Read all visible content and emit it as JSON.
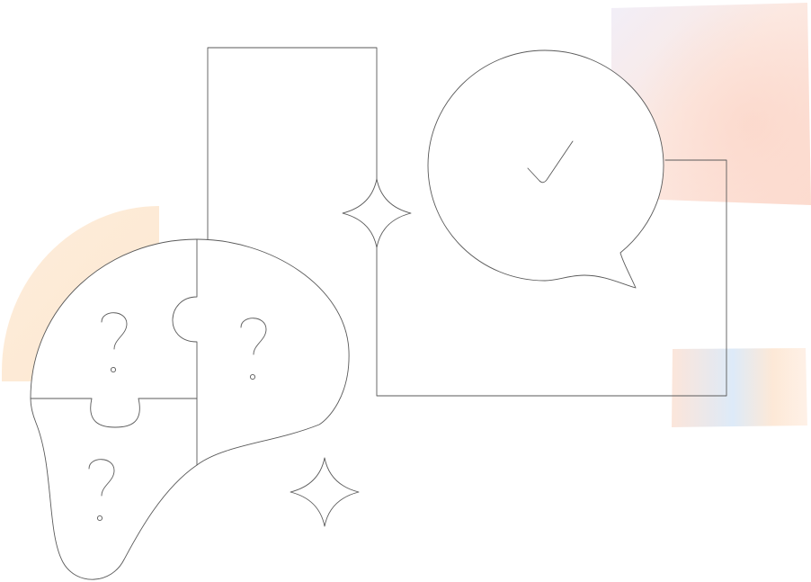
{
  "palette": {
    "line": "#5a5a5a",
    "peach": "#fde6cc",
    "coral": "#fad7cb",
    "lavender": "#ece8f5",
    "sky": "#d8eafb"
  },
  "puzzle": {
    "pieces": [
      {
        "name": "top-left",
        "glyph": "?"
      },
      {
        "name": "top-right",
        "glyph": "?"
      },
      {
        "name": "bottom-left",
        "glyph": "?"
      }
    ]
  },
  "speech_bubble": {
    "icon": "checkmark-icon"
  },
  "sparkles": {
    "icon": "four-point-star-icon",
    "count": 2
  }
}
